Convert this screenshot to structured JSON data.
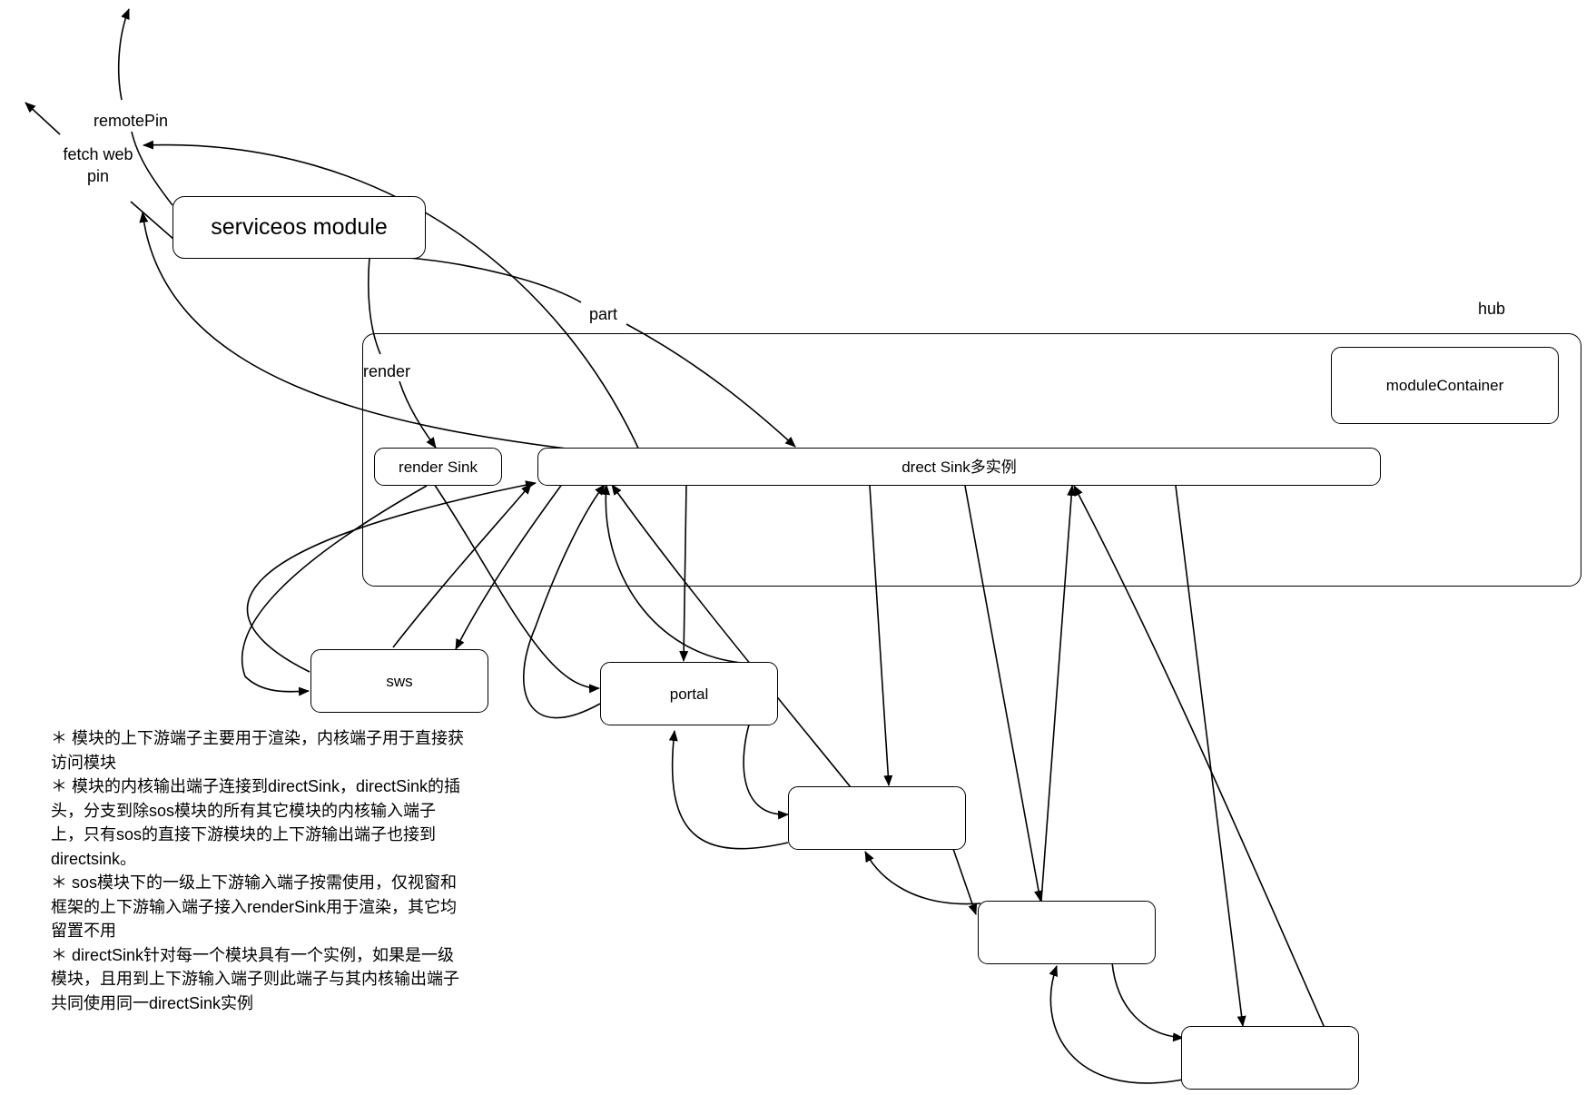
{
  "nodes": {
    "serviceos": "serviceos module",
    "hub": "hub",
    "module_container": "moduleContainer",
    "render_sink": "render Sink",
    "direct_sink": "drect Sink多实例",
    "sws": "sws",
    "portal": "portal",
    "child_1": "",
    "child_2": "",
    "child_3": ""
  },
  "edge_labels": {
    "remote_pin": "remotePin",
    "fetch_web_pin_line1": "fetch web",
    "fetch_web_pin_line2": "pin",
    "part": "part",
    "render": "render"
  },
  "notes": [
    "＊ 模块的上下游端子主要用于渲染，内核端子用于直接获访问模块",
    "＊ 模块的内核输出端子连接到directSink，directSink的插头，分支到除sos模块的所有其它模块的内核输入端子上，只有sos的直接下游模块的上下游输出端子也接到directsink。",
    "＊ sos模块下的一级上下游输入端子按需使用，仅视窗和框架的上下游输入端子接入renderSink用于渲染，其它均留置不用",
    "＊ directSink针对每一个模块具有一个实例，如果是一级模块，且用到上下游输入端子则此端子与其内核输出端子共同使用同一directSink实例"
  ]
}
